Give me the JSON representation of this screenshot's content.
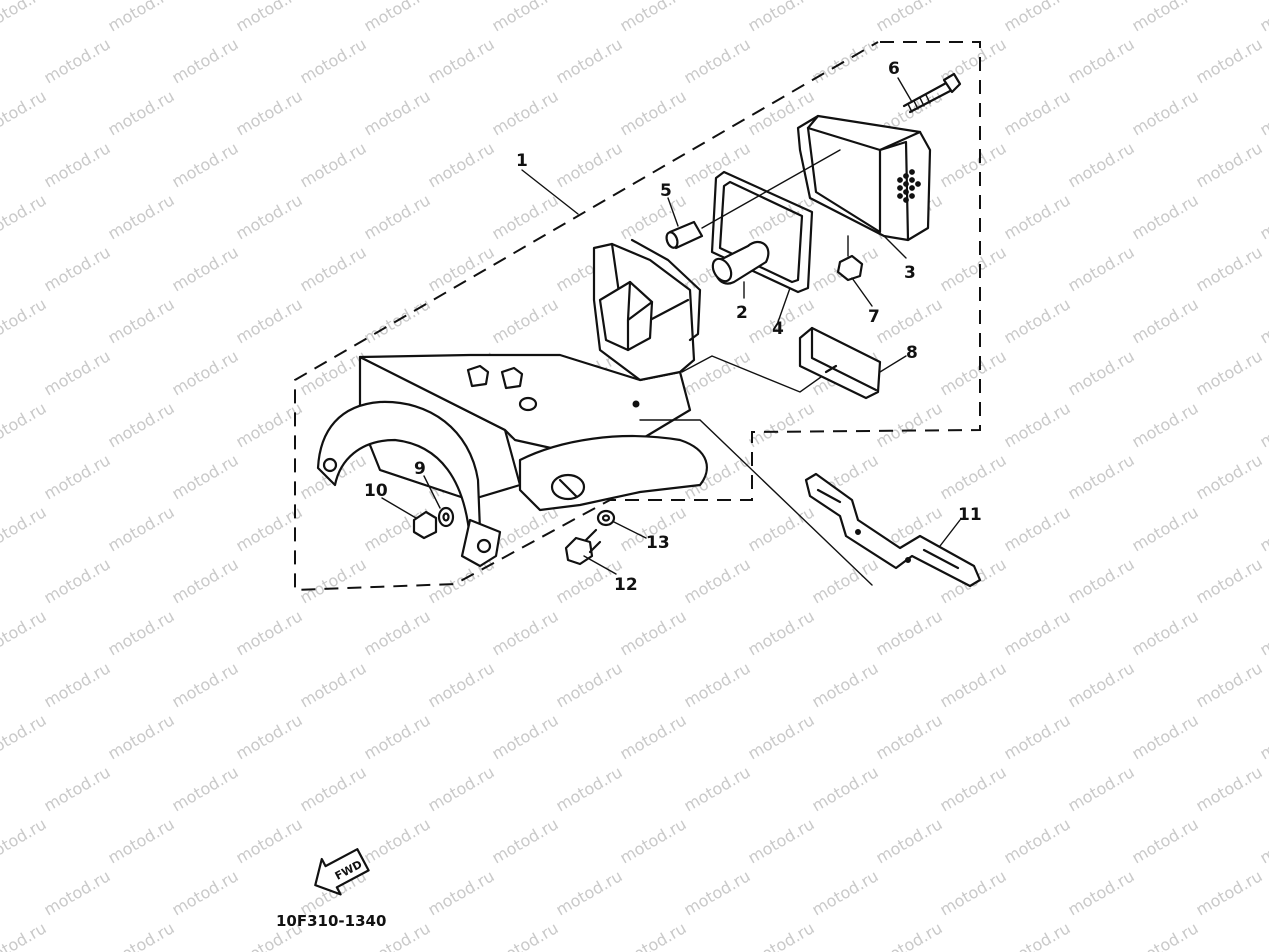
{
  "watermark": "motod.ru",
  "fwd_label": "FWD",
  "diagram_code": "10F310-1340",
  "callouts": {
    "c1": "1",
    "c2": "2",
    "c3": "3",
    "c4": "4",
    "c5": "5",
    "c6": "6",
    "c7": "7",
    "c8": "8",
    "c9": "9",
    "c10": "10",
    "c11": "11",
    "c12": "12",
    "c13": "13"
  }
}
